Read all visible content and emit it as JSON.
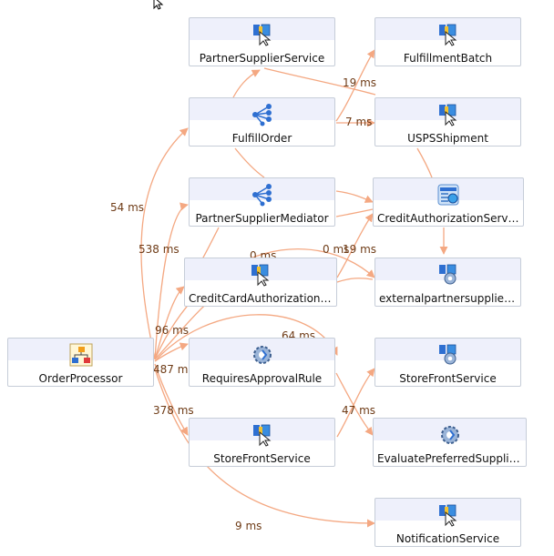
{
  "nodes": {
    "partner_supplier_service": {
      "label": "PartnerSupplierService",
      "icon": "service-icon"
    },
    "fulfillment_batch": {
      "label": "FulfillmentBatch",
      "icon": "service-icon"
    },
    "fulfill_order": {
      "label": "FulfillOrder",
      "icon": "mediator-icon"
    },
    "usps_shipment": {
      "label": "USPSShipment",
      "icon": "service-icon"
    },
    "partner_supplier_mediator": {
      "label": "PartnerSupplierMediator",
      "icon": "mediator-icon"
    },
    "credit_authorization_service": {
      "label": "CreditAuthorizationServi...",
      "icon": "web-service-icon"
    },
    "credit_card_authorization": {
      "label": "CreditCardAuthorizationS...",
      "icon": "service-icon"
    },
    "external_partner_supplier": {
      "label": "externalpartnersupplier_...",
      "icon": "external-service-icon"
    },
    "order_processor": {
      "label": "OrderProcessor",
      "icon": "composite-icon"
    },
    "requires_approval_rule": {
      "label": "RequiresApprovalRule",
      "icon": "rule-icon"
    },
    "store_front_service_right": {
      "label": "StoreFrontService",
      "icon": "external-service-icon"
    },
    "store_front_service": {
      "label": "StoreFrontService",
      "icon": "service-icon"
    },
    "evaluate_preferred_supplier": {
      "label": "EvaluatePreferredSupplie...",
      "icon": "rule-icon"
    },
    "notification_service": {
      "label": "NotificationService",
      "icon": "service-icon"
    }
  },
  "edge_labels": {
    "l19": "19 ms",
    "l7": "7 ms",
    "l54": "54 ms",
    "l538": "538 ms",
    "l0a": "0 ms",
    "l0b": "0 ms",
    "l19b": "19 ms",
    "l96": "96 ms",
    "l64": "64 ms",
    "l487": "487 ms",
    "l378": "378 ms",
    "l47": "47 ms",
    "l9": "9 ms"
  },
  "colors": {
    "edge": "#f4a882",
    "edge_label": "#6e3b16",
    "node_header": "#eef0fb",
    "node_border": "#c6cdd8"
  }
}
